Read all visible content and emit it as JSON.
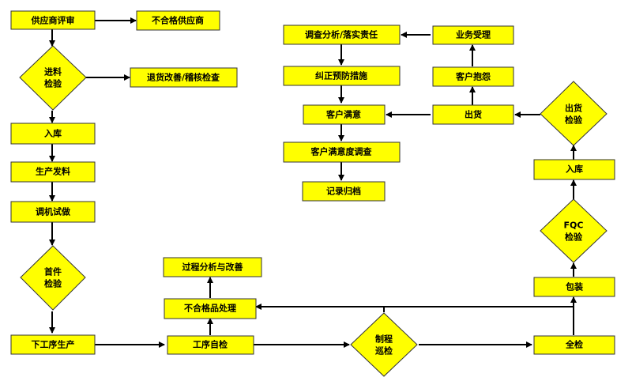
{
  "nodes": {
    "supplier_eval": "供应商评审",
    "unqualified_supplier": "不合格供应商",
    "incoming_inspection": [
      "进料",
      "检验"
    ],
    "return_improve": "退货改善/稽核检查",
    "warehousing_1": "入库",
    "production_issue": "生产发料",
    "machine_trial": "调机试做",
    "first_article": [
      "首件",
      "检验"
    ],
    "next_process": "下工序生产",
    "process_analysis": "过程分析与改善",
    "nonconforming": "不合格品处理",
    "self_inspection": "工序自检",
    "patrol_inspection": [
      "制程",
      "巡检"
    ],
    "full_inspection": "全检",
    "packaging": "包装",
    "fqc": [
      "FQC",
      "检验"
    ],
    "warehousing_2": "入库",
    "shipping_inspection": [
      "出货",
      "检验"
    ],
    "shipping": "出货",
    "complaint": "客户抱怨",
    "business_accept": "业务受理",
    "investigation": "调查分析/落实责任",
    "corrective": "纠正预防措施",
    "satisfied": "客户满意",
    "survey": "客户满意度调查",
    "records": "记录归档"
  },
  "colors": {
    "node_fill": "#ffff00",
    "node_stroke": "#333333",
    "arrow": "#000000"
  }
}
